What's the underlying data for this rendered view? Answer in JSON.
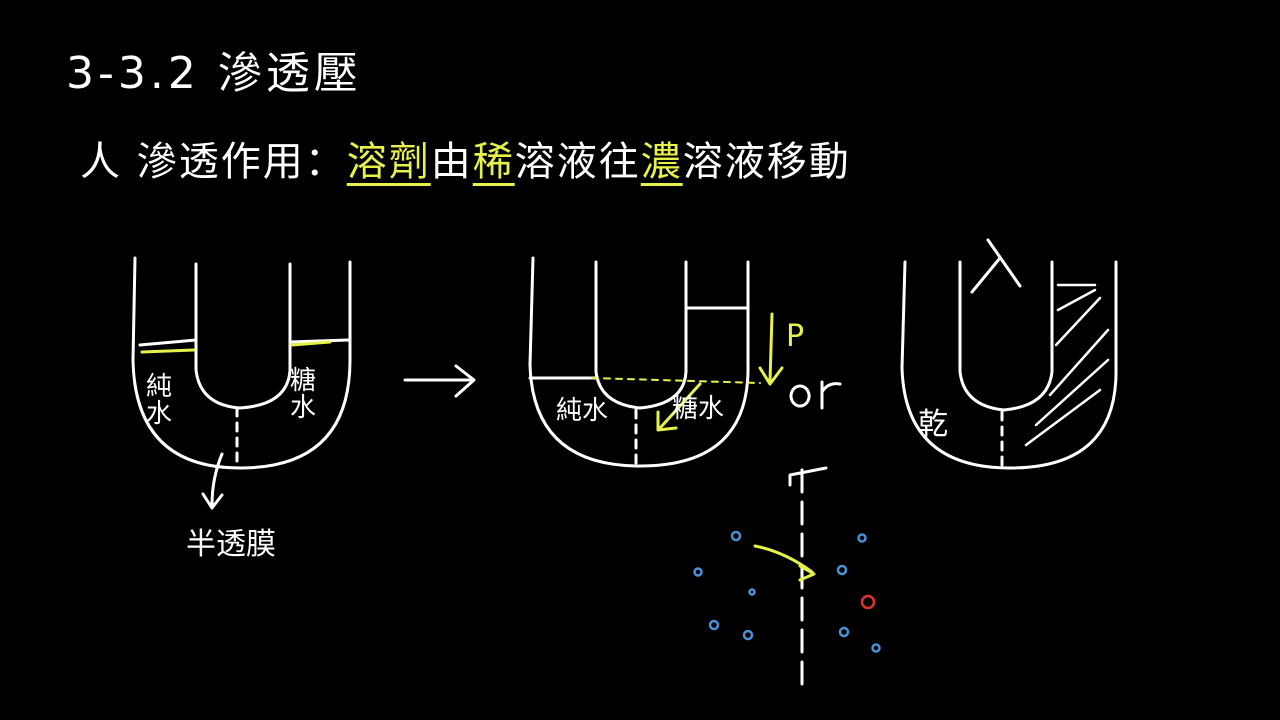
{
  "title": "3-3.2 滲透壓",
  "definition": {
    "prefix": "人 滲透作用：",
    "word1": "溶劑",
    "mid1": "由",
    "word2": "稀",
    "mid2": "溶液往",
    "word3": "濃",
    "suffix": "溶液移動"
  },
  "diagram1": {
    "left_label": "純水",
    "right_label": "糖水",
    "membrane_label": "半透膜"
  },
  "diagram2": {
    "left_label": "純水",
    "right_label": "糖水",
    "pressure_label": "P",
    "or_label": "or"
  },
  "diagram3": {
    "left_label": "乾"
  },
  "colors": {
    "background": "#000000",
    "chalk": "#ffffff",
    "highlight": "#e6f24a",
    "particle_blue": "#4a90d9",
    "particle_red": "#e03030"
  }
}
